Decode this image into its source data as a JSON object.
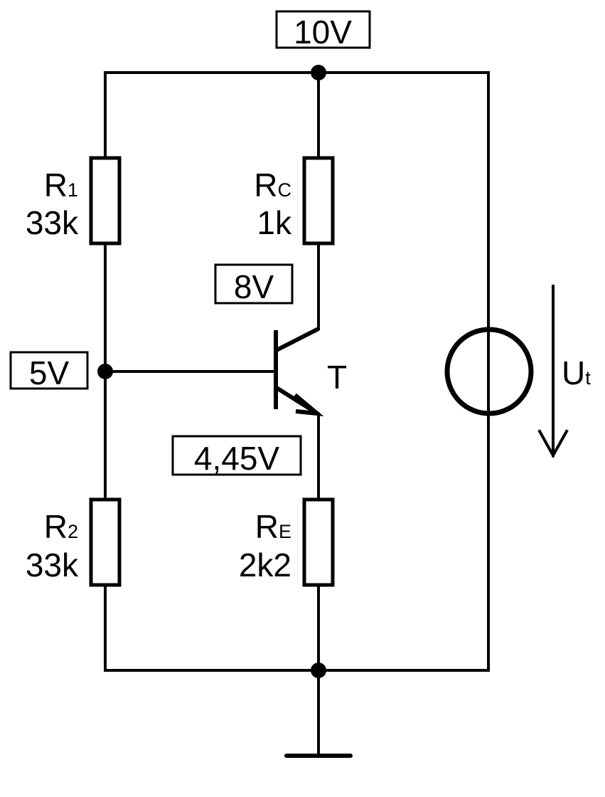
{
  "diagram": {
    "type": "circuit-schematic",
    "title": "",
    "voltages": {
      "supply": "10V",
      "collector": "8V",
      "base": "5V",
      "emitter": "4,45V"
    },
    "components": {
      "r1": {
        "name": "R",
        "subscript": "1",
        "value": "33k"
      },
      "r2": {
        "name": "R",
        "subscript": "2",
        "value": "33k"
      },
      "rc": {
        "name": "R",
        "subscript": "C",
        "value": "1k"
      },
      "re": {
        "name": "R",
        "subscript": "E",
        "value": "2k2"
      },
      "transistor": {
        "name": "T"
      },
      "source": {
        "name": "U",
        "subscript": "t"
      }
    }
  }
}
